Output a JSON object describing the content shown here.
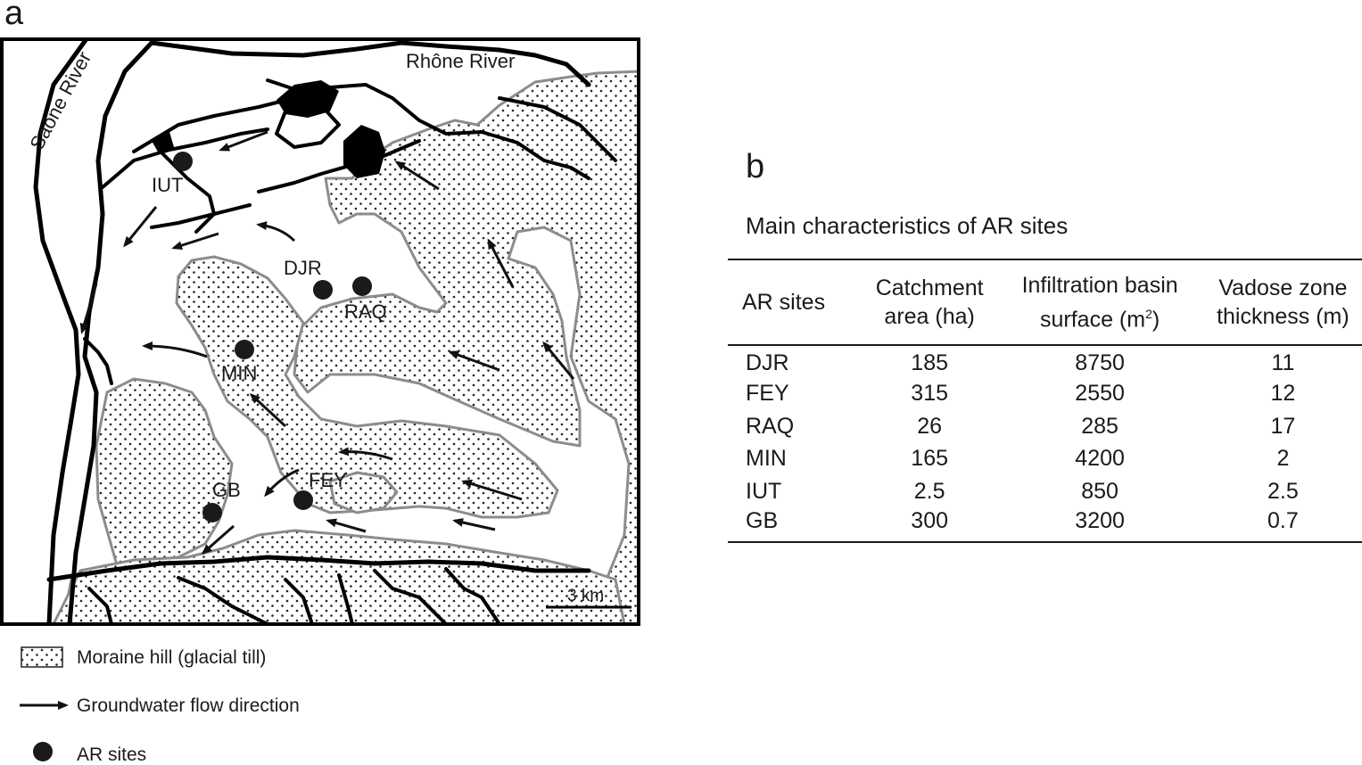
{
  "panel_a_label": "a",
  "panel_b_label": "b",
  "map": {
    "labels": {
      "saone_river": "Saône River",
      "rhone_river": "Rhône River",
      "scale_bar": "3 km"
    },
    "sites": [
      {
        "code": "IUT"
      },
      {
        "code": "DJR"
      },
      {
        "code": "RAQ"
      },
      {
        "code": "MIN"
      },
      {
        "code": "GB"
      },
      {
        "code": "FEY"
      }
    ],
    "colors": {
      "moraine_edge": "#8c8c8c",
      "rivers": "#000000",
      "sites": "#1a1a1a"
    }
  },
  "legend": {
    "moraine": "Moraine hill (glacial till)",
    "flow": "Groundwater flow direction",
    "sites": "AR sites"
  },
  "table": {
    "title": "Main characteristics of AR sites",
    "headers": {
      "col1": "AR sites",
      "col2_line1": "Catchment",
      "col2_line2": "area (ha)",
      "col3_line1": "Infiltration basin",
      "col3_line2_pre": "surface (m",
      "col3_sup": "2",
      "col3_line2_post": ")",
      "col4_line1": "Vadose zone",
      "col4_line2": "thickness (m)"
    },
    "rows": [
      {
        "site": "DJR",
        "catchment": "185",
        "surface": "8750",
        "vadose": "11"
      },
      {
        "site": "FEY",
        "catchment": "315",
        "surface": "2550",
        "vadose": "12"
      },
      {
        "site": "RAQ",
        "catchment": "26",
        "surface": "285",
        "vadose": "17"
      },
      {
        "site": "MIN",
        "catchment": "165",
        "surface": "4200",
        "vadose": "2"
      },
      {
        "site": "IUT",
        "catchment": "2.5",
        "surface": "850",
        "vadose": "2.5"
      },
      {
        "site": "GB",
        "catchment": "300",
        "surface": "3200",
        "vadose": "0.7"
      }
    ]
  }
}
